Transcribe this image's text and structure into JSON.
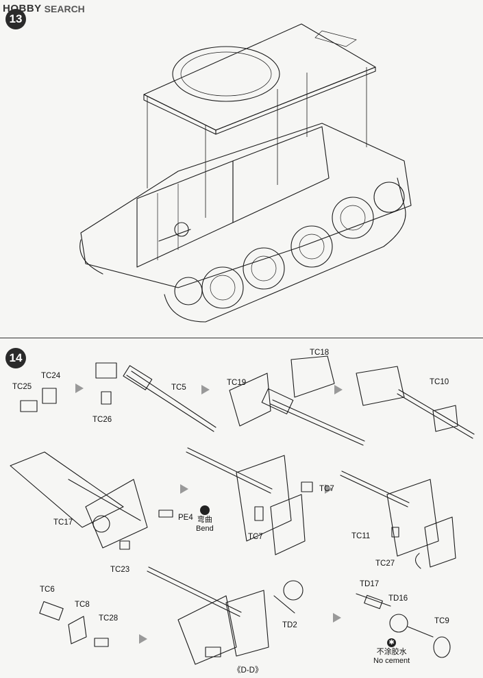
{
  "watermark": {
    "brand": "HOBBY",
    "word": "SEARCH"
  },
  "steps": [
    {
      "number": "13"
    },
    {
      "number": "14"
    }
  ],
  "parts": {
    "tc25": "TC25",
    "tc24": "TC24",
    "tc26": "TC26",
    "tc5": "TC5",
    "tc19": "TC19",
    "tc18": "TC18",
    "tc10": "TC10",
    "pe4": "PE4",
    "tc17": "TC17",
    "tc23": "TC23",
    "tc7a": "TC7",
    "tc7b": "TC7",
    "tc11": "TC11",
    "tc27": "TC27",
    "tc6": "TC6",
    "tc8": "TC8",
    "tc28": "TC28",
    "td2": "TD2",
    "td17": "TD17",
    "td16": "TD16",
    "tc9": "TC9"
  },
  "notes": {
    "bend_cn": "弯曲",
    "bend_en": "Bend",
    "nocement_cn": "不涂胶水",
    "nocement_en": "No cement",
    "section": "《D-D》"
  },
  "icons": [
    "bend-icon",
    "no-cement-icon",
    "direction-arrow-icon"
  ]
}
